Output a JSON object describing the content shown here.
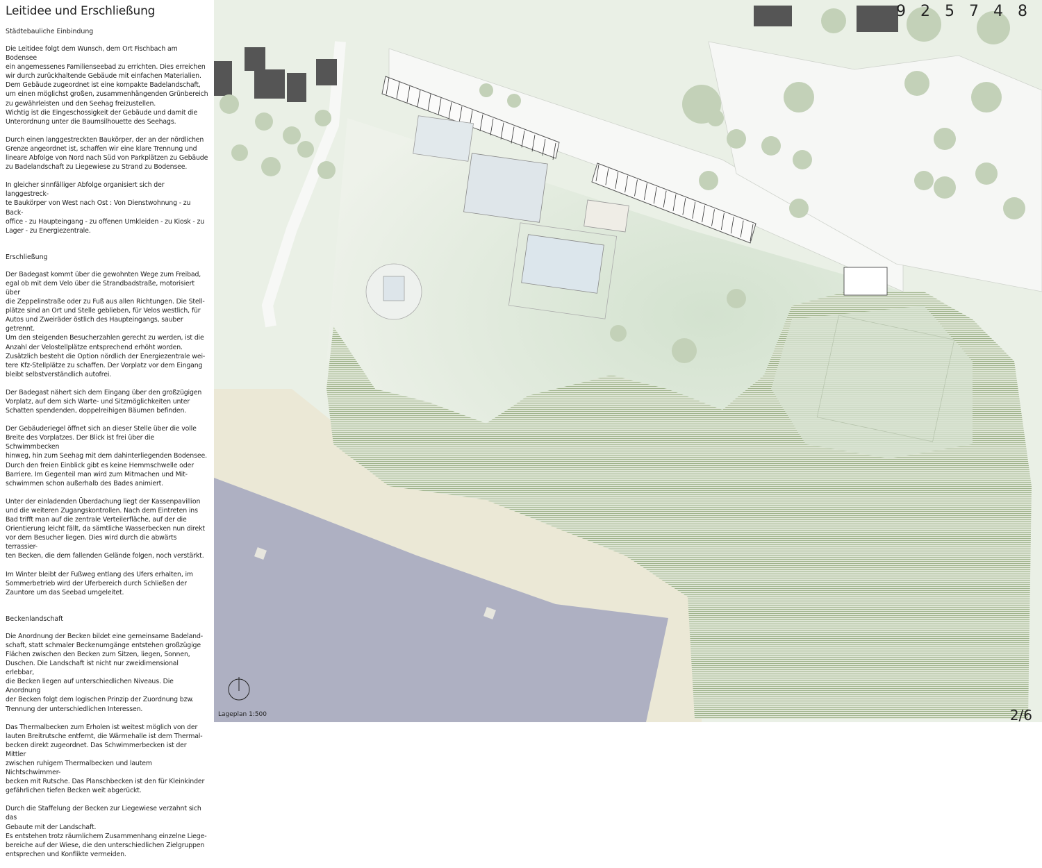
{
  "title": "Leitidee und Erschließung",
  "competition_code": "9 2 5 7 4 8",
  "page_number": "2/6",
  "plan_label": "Lageplan 1:500",
  "sections": [
    {
      "heading": "Städtebauliche Einbindung",
      "paragraphs": [
        "Die Leitidee folgt dem Wunsch, dem Ort Fischbach am Bodensee\nein angemessenes Familienseebad zu errichten. Dies erreichen\nwir durch zurückhaltende Gebäude mit einfachen Materialien.\nDem Gebäude zugeordnet ist eine kompakte Badelandschaft,\num einen möglichst großen, zusammenhängenden Grünbereich\nzu gewährleisten und den Seehag freizustellen.\nWichtig ist die Eingeschossigkeit der Gebäude und damit die\nUnterordnung unter die Baumsilhouette des Seehags.",
        "Durch einen langgestreckten Baukörper, der an der nördlichen\nGrenze angeordnet ist, schaffen wir eine klare Trennung und\nlineare Abfolge von Nord nach Süd von Parkplätzen zu Gebäude\nzu Badelandschaft zu Liegewiese zu Strand zu Bodensee.",
        "In gleicher sinnfälliger Abfolge organisiert sich der langgestreck-\nte Baukörper von West nach Ost : Von Dienstwohnung - zu Back-\noffice - zu Haupteingang - zu offenen Umkleiden - zu Kiosk - zu\nLager - zu Energiezentrale."
      ]
    },
    {
      "heading": "Erschließung",
      "paragraphs": [
        "Der Badegast kommt über die gewohnten Wege zum Freibad,\negal ob mit dem Velo über die Strandbadstraße, motorisiert über\ndie Zeppelinstraße oder zu Fuß aus allen Richtungen. Die Stell-\nplätze sind an Ort und Stelle geblieben, für Velos westlich, für\nAutos und Zweiräder östlich des Haupteingangs, sauber getrennt.\nUm den steigenden Besucherzahlen gerecht zu werden, ist die\nAnzahl der Velostellplätze entsprechend erhöht worden.\nZusätzlich besteht die Option nördlich der Energiezentrale wei-\ntere Kfz-Stellplätze zu schaffen. Der Vorplatz vor dem Eingang\nbleibt selbstverständlich autofrei.",
        "Der Badegast nähert sich dem Eingang über den großzügigen\nVorplatz, auf dem sich Warte- und Sitzmöglichkeiten unter\nSchatten spendenden, doppelreihigen Bäumen befinden.",
        "Der Gebäuderiegel öffnet sich an dieser Stelle über die volle\nBreite des Vorplatzes. Der Blick ist frei über die Schwimmbecken\nhinweg, hin zum Seehag mit dem dahinterliegenden Bodensee.\nDurch den freien Einblick gibt es keine Hemmschwelle oder\nBarriere. Im Gegenteil man wird zum Mitmachen und Mit-\nschwimmen schon außerhalb des Bades animiert.",
        "Unter der einladenden Überdachung liegt der Kassenpavillion\nund die weiteren Zugangskontrollen. Nach dem Eintreten ins\nBad trifft man auf die zentrale Verteilerfläche, auf der die\nOrientierung leicht fällt, da sämtliche Wasserbecken nun direkt\nvor dem Besucher liegen. Dies wird durch die abwärts terrassier-\nten Becken, die dem fallenden Gelände folgen, noch verstärkt.",
        "Im Winter bleibt der Fußweg entlang des Ufers erhalten, im\nSommerbetrieb wird der Uferbereich durch Schließen der\nZauntore um das Seebad umgeleitet."
      ]
    },
    {
      "heading": "Beckenlandschaft",
      "paragraphs": [
        "Die Anordnung der Becken bildet eine gemeinsame Badeland-\nschaft, statt schmaler Beckenumgänge entstehen großzügige\nFlächen zwischen den Becken zum Sitzen, liegen, Sonnen,\nDuschen. Die Landschaft ist nicht nur zweidimensional erlebbar,\ndie Becken liegen auf unterschiedlichen Niveaus. Die Anordnung\nder Becken folgt dem logischen Prinzip der Zuordnung bzw.\nTrennung der unterschiedlichen Interessen.",
        "Das Thermalbecken zum Erholen ist weitest möglich von der\nlauten Breitrutsche entfernt, die Wärmehalle ist dem Thermal-\nbecken direkt zugeordnet. Das Schwimmerbecken ist der Mittler\nzwischen ruhigem Thermalbecken und lautem Nichtschwimmer-\nbecken mit Rutsche. Das Planschbecken ist den für Kleinkinder\ngefährlichen tiefen Becken weit abgerückt.",
        "Durch die Staffelung der Becken zur Liegewiese verzahnt sich das\nGebaute mit der Landschaft.\nEs entstehen trotz räumlichem Zusammenhang einzelne Liege-\nbereiche auf der Wiese, die den unterschiedlichen Zielgruppen\nentsprechen und Konflikte vermeiden."
      ]
    }
  ],
  "colors": {
    "lake": "#aeb0c2",
    "beach": "#ebe8d6",
    "lawn": "#dfe8da",
    "hatch": "#a9bb98",
    "building_dark": "#555555",
    "tree": "#c3d1b8"
  }
}
